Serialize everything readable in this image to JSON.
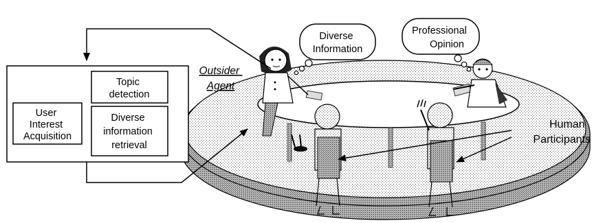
{
  "modules": {
    "user_interest": [
      "User",
      "Interest",
      "Acquisition"
    ],
    "topic_detection": [
      "Topic",
      "detection"
    ],
    "diverse_retrieval": [
      "Diverse",
      "information",
      "retrieval"
    ]
  },
  "bubbles": {
    "diverse_information": [
      "Diverse",
      "Information"
    ],
    "professional_opinion": [
      "Professional",
      "Opinion"
    ]
  },
  "labels": {
    "outsider_agent": [
      "Outsider",
      "Agent"
    ],
    "human_participants": [
      "Human",
      "Participants"
    ]
  }
}
